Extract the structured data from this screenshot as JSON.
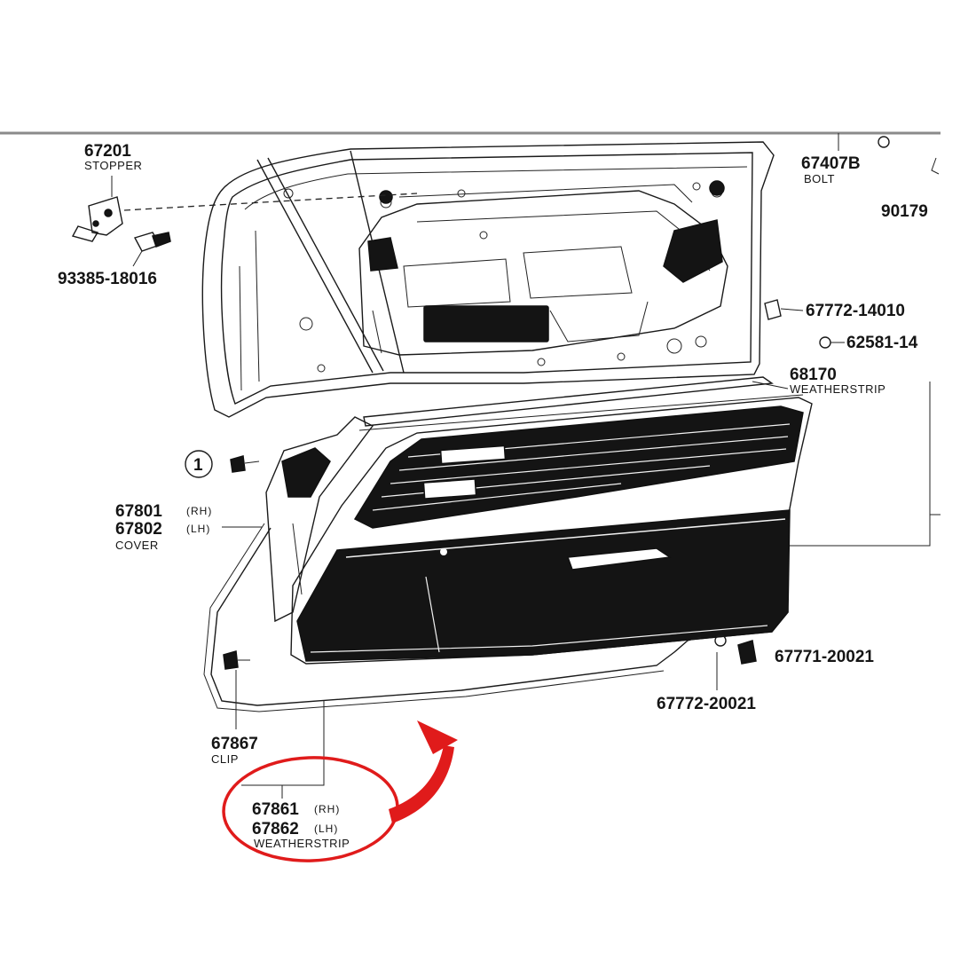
{
  "parts": {
    "stopper": {
      "number": "67201",
      "name": "STOPPER"
    },
    "screw": {
      "number": "93385-18016"
    },
    "bolt": {
      "number": "67407B",
      "name": "BOLT"
    },
    "part_90179": {
      "number": "90179"
    },
    "clip_14010": {
      "number": "67772-14010"
    },
    "part_62581": {
      "number": "62581-14"
    },
    "weatherstrip_upper": {
      "number": "68170",
      "name": "WEATHERSTRIP"
    },
    "reference": {
      "number": "1"
    },
    "cover": {
      "number_rh": "67801",
      "side_rh": "(RH)",
      "number_lh": "67802",
      "side_lh": "(LH)",
      "name": "COVER"
    },
    "part_20021": {
      "number": "67771-20021"
    },
    "clip_20021": {
      "number": "67772-20021"
    },
    "clip": {
      "number": "67867",
      "name": "CLIP"
    },
    "weatherstrip_lower": {
      "number_rh": "67861",
      "side_rh": "(RH)",
      "number_lh": "67862",
      "side_lh": "(LH)",
      "name": "WEATHERSTRIP"
    }
  },
  "colors": {
    "line": "#1a1a1a",
    "panel_dark": "#141414",
    "highlight": "#e01b1b"
  }
}
